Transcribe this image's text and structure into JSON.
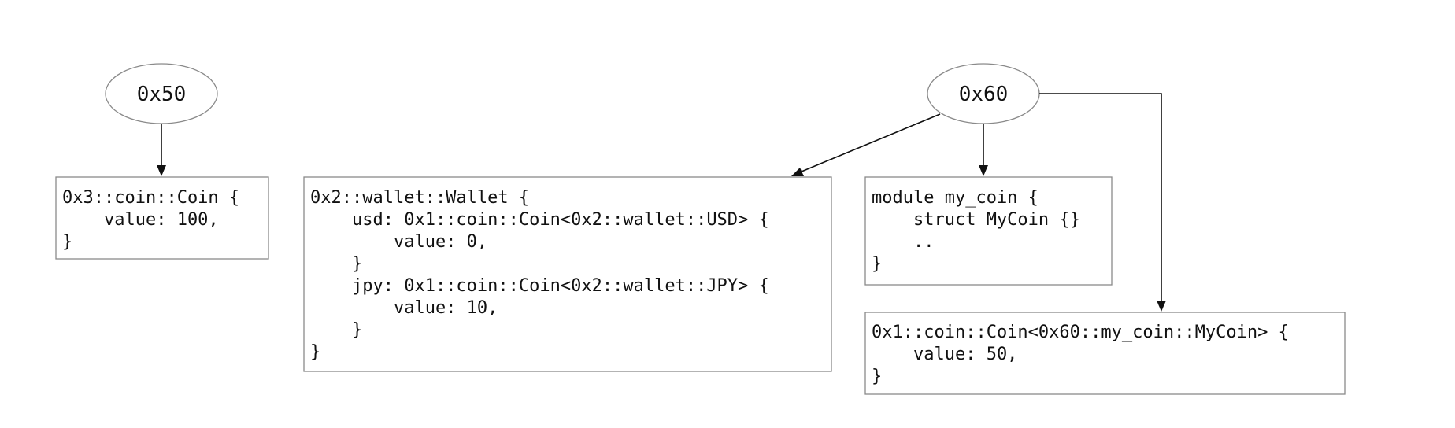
{
  "nodes": {
    "addr_0x50": {
      "label": "0x50"
    },
    "addr_0x60": {
      "label": "0x60"
    }
  },
  "boxes": {
    "coin_0x3": {
      "lines": [
        "0x3::coin::Coin {",
        "    value: 100,",
        "}"
      ]
    },
    "wallet": {
      "lines": [
        "0x2::wallet::Wallet {",
        "    usd: 0x1::coin::Coin<0x2::wallet::USD> {",
        "        value: 0,",
        "    }",
        "    jpy: 0x1::coin::Coin<0x2::wallet::JPY> {",
        "        value: 10,",
        "    }",
        "}"
      ]
    },
    "module_my_coin": {
      "lines": [
        "module my_coin {",
        "    struct MyCoin {}",
        "    ..",
        "}"
      ]
    },
    "mycoin_coin": {
      "lines": [
        "0x1::coin::Coin<0x60::my_coin::MyCoin> {",
        "    value: 50,",
        "}"
      ]
    }
  }
}
